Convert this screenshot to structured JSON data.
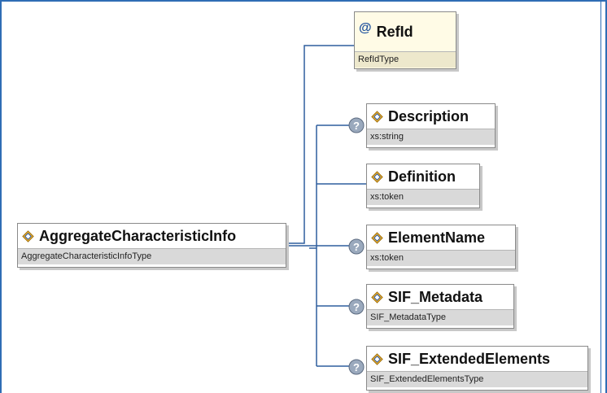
{
  "root": {
    "name": "AggregateCharacteristicInfo",
    "type": "AggregateCharacteristicInfoType"
  },
  "attribute": {
    "symbol": "@",
    "name": "RefId",
    "type": "RefIdType"
  },
  "children": [
    {
      "name": "Description",
      "type": "xs:string",
      "optional": true
    },
    {
      "name": "Definition",
      "type": "xs:token",
      "optional": false
    },
    {
      "name": "ElementName",
      "type": "xs:token",
      "optional": true
    },
    {
      "name": "SIF_Metadata",
      "type": "SIF_MetadataType",
      "optional": true
    },
    {
      "name": "SIF_ExtendedElements",
      "type": "SIF_ExtendedElementsType",
      "optional": true
    }
  ],
  "colors": {
    "frame": "#2f6db5",
    "connector": "#2f5f9e",
    "optional_badge": "#9aa9bd",
    "type_band": "#d9d9d9",
    "attribute_fill": "#fffbe6"
  },
  "icons": {
    "element": "element-diamond-icon",
    "attribute": "attribute-at-icon",
    "optional": "optional-question-icon",
    "sequence": "sequence-compositor-icon"
  }
}
